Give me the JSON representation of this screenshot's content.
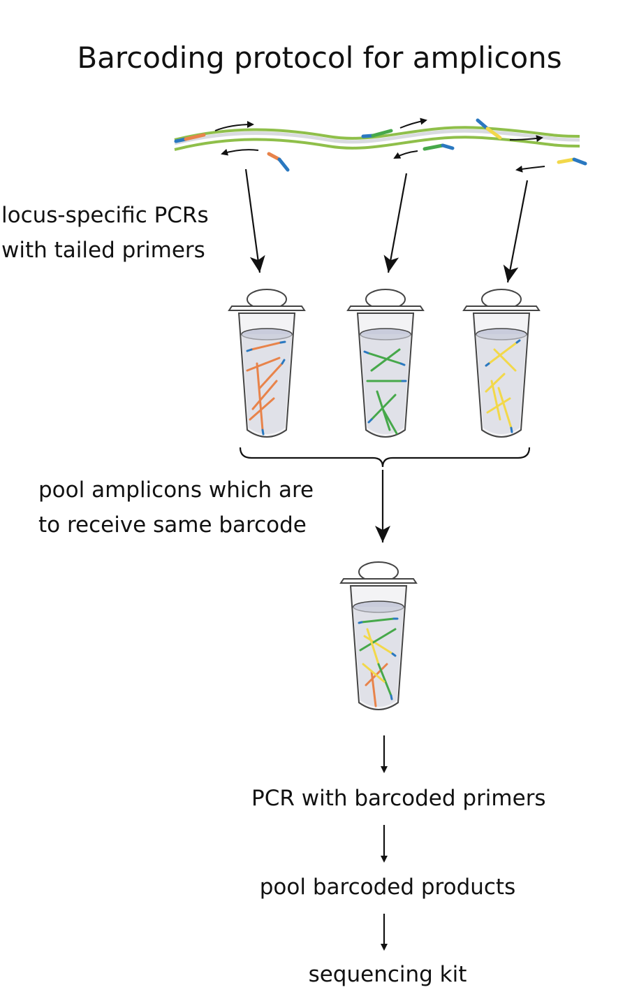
{
  "title": "Barcoding protocol for amplicons",
  "labels": {
    "locus_line1": "locus-specific PCRs",
    "locus_line2": "with tailed primers",
    "pool_line1": "pool amplicons which are",
    "pool_line2": "to receive same barcode"
  },
  "steps": [
    "PCR with barcoded primers",
    "pool barcoded products",
    "sequencing kit"
  ],
  "colors": {
    "dna_strand": "#8fbf4a",
    "primer_tail": "#2a78c0",
    "amplicon_orange": "#e8834a",
    "amplicon_green": "#46a84a",
    "amplicon_yellow": "#f2d84a",
    "tube_liquid": "#c9ccdc",
    "arrow": "#111111"
  }
}
